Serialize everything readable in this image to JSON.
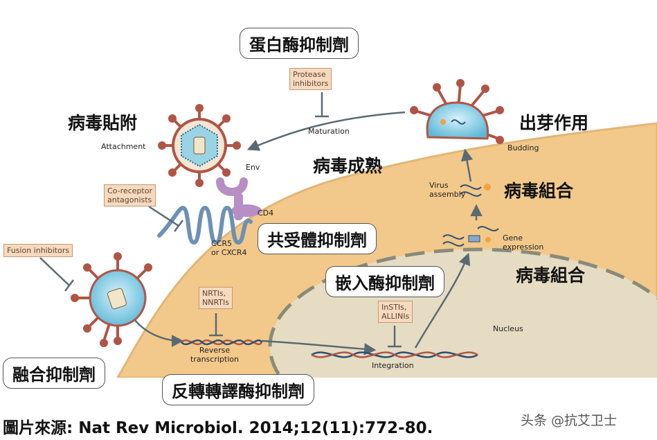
{
  "chinese_labels": {
    "protease_inhibitor": "蛋白酶抑制劑",
    "attachment": "病毒貼附",
    "budding": "出芽作用",
    "maturation": "病毒成熟",
    "assembly": "病毒組合",
    "coreceptor_inhibitor": "共受體抑制劑",
    "integrase_inhibitor": "嵌入酶抑制劑",
    "assembly_2": "病毒組合",
    "fusion_inhibitor": "融合抑制劑",
    "rt_inhibitor": "反轉轉譯酶抑制劑"
  },
  "english_labels": {
    "attachment": "Attachment",
    "env": "Env",
    "maturation": "Maturation",
    "budding": "Budding",
    "virus_assembly": "Virus\nassembly",
    "cd4": "CD4",
    "ccr5": "CCR5\nor CXCR4",
    "gene_expression": "Gene\nexpression",
    "nucleus": "Nucleus",
    "reverse_transcription": "Reverse\ntranscription",
    "integration": "Integration"
  },
  "drug_boxes": {
    "protease": "Protease\ninhibitors",
    "coreceptor": "Co-receptor\nantagonists",
    "fusion": "Fusion inhibitors",
    "nrti": "NRTIs,\nNNRTIs",
    "insti": "InSTIs,\nALLINIs"
  },
  "caption": "圖片來源: Nat Rev Microbiol. 2014;12(11):772-80.",
  "watermark": "头条 @抗艾卫士",
  "colors": {
    "cell_fill": "#f2c98a",
    "cell_stroke": "#e0b070",
    "nucleus_fill": "#e5dcc2",
    "virus_spike": "#b05545",
    "virus_body": "#6cc3de",
    "receptor_blue": "#6d90b5",
    "cd4_purple": "#b78fc4",
    "drug_box": "#f7d9bd",
    "arrow": "#5a6a72"
  }
}
